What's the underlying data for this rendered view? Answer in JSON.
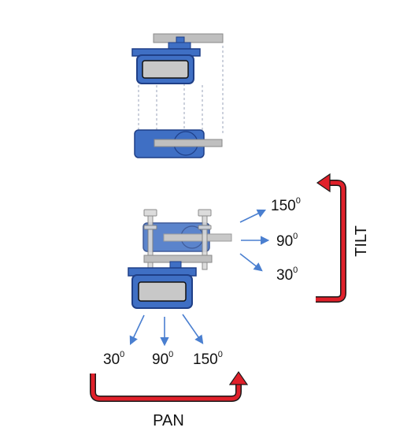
{
  "pan": {
    "title": "PAN",
    "angles": [
      {
        "deg": "30",
        "sup": "0"
      },
      {
        "deg": "90",
        "sup": "0"
      },
      {
        "deg": "150",
        "sup": "0"
      }
    ]
  },
  "tilt": {
    "title": "TILT",
    "angles": [
      {
        "deg": "150",
        "sup": "0"
      },
      {
        "deg": "90",
        "sup": "0"
      },
      {
        "deg": "30",
        "sup": "0"
      }
    ]
  },
  "colors": {
    "servo_body": "#3f6fc4",
    "servo_outline": "#1f3f87",
    "servo_window": "#c8c8c8",
    "horn": "#bfbfbf",
    "arrow_blue": "#4a7fd0",
    "arrow_red": "#e0202a",
    "dashed": "#9aa3b8"
  }
}
